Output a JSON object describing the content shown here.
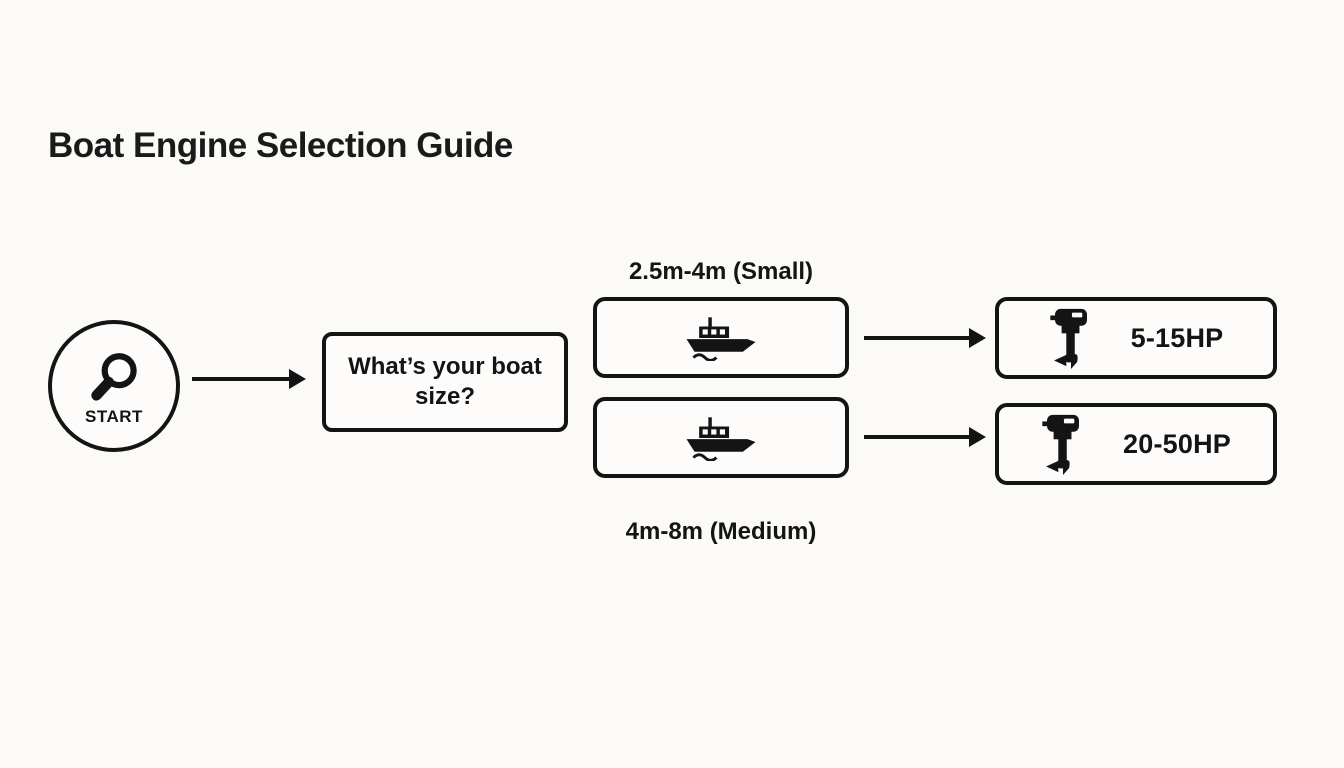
{
  "title": "Boat Engine Selection Guide",
  "colors": {
    "ink": "#141414",
    "background": "#fbfaf7",
    "node_fill": "#fdfcfa"
  },
  "flow": {
    "start_label": "START",
    "start_icon": "magnifier-icon",
    "question": "What’s your boat size?",
    "branches": [
      {
        "label": "2.5m-4m (Small)",
        "node_icon": "boat-icon",
        "result": "5-15HP",
        "result_icon": "outboard-engine-icon"
      },
      {
        "label": "4m-8m (Medium)",
        "node_icon": "boat-icon",
        "result": "20-50HP",
        "result_icon": "outboard-engine-icon"
      }
    ]
  }
}
